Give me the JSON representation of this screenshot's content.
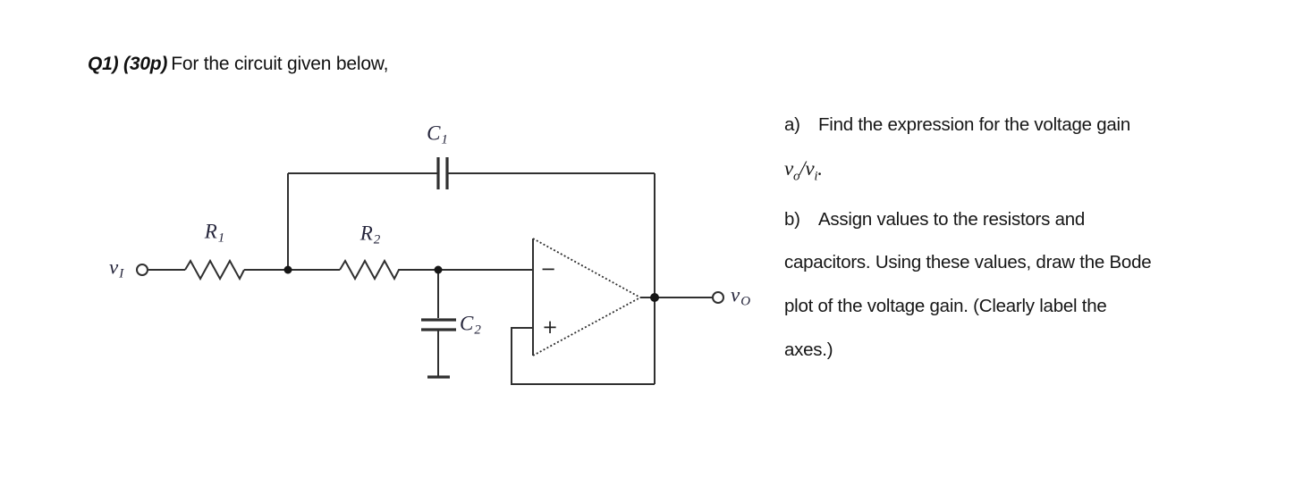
{
  "title": {
    "bold": "Q1) (30p)",
    "rest": "For the circuit given below,"
  },
  "questions": {
    "a": {
      "marker": "a)",
      "text": "Find the expression for the voltage gain"
    },
    "gain": {
      "v1": "v",
      "sub1": "o",
      "slash": "/",
      "v2": "v",
      "sub2": "i",
      "period": "."
    },
    "b": {
      "marker": "b)",
      "text": "Assign values to the resistors and"
    },
    "line3": "capacitors. Using these values, draw the Bode",
    "line4": "plot of the voltage gain. (Clearly label the",
    "line5": "axes.)"
  },
  "circuit": {
    "labels": {
      "vin": {
        "base": "v",
        "sub": "I"
      },
      "vout": {
        "base": "v",
        "sub": "O"
      },
      "r1": {
        "base": "R",
        "sub": "1"
      },
      "r2": {
        "base": "R",
        "sub": "2"
      },
      "c1": {
        "base": "C",
        "sub": "1"
      },
      "c2": {
        "base": "C",
        "sub": "2"
      },
      "minus": "−",
      "plus": "+"
    },
    "colors": {
      "wire": "#303030",
      "label": "#26263c",
      "text": "#161616"
    }
  }
}
